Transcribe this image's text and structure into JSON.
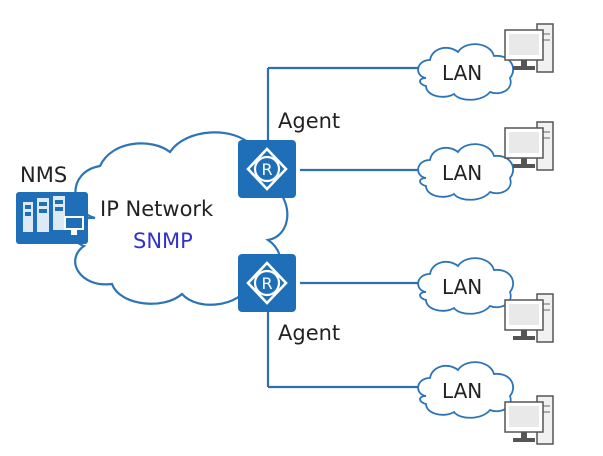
{
  "diagram": {
    "nms_label": "NMS",
    "network_label": "IP Network",
    "protocol_label": "SNMP",
    "agent_top_label": "Agent",
    "agent_bottom_label": "Agent",
    "lan_labels": [
      "LAN",
      "LAN",
      "LAN",
      "LAN"
    ],
    "router_glyph": "R"
  },
  "colors": {
    "link": "#2f6db5",
    "router_fill": "#1e6fb8",
    "snmp_text": "#3333cc",
    "cloud_stroke": "#2c73b8",
    "text": "#222222"
  },
  "icons": [
    "nms-server-icon",
    "router-icon",
    "cloud-icon",
    "computer-icon"
  ]
}
